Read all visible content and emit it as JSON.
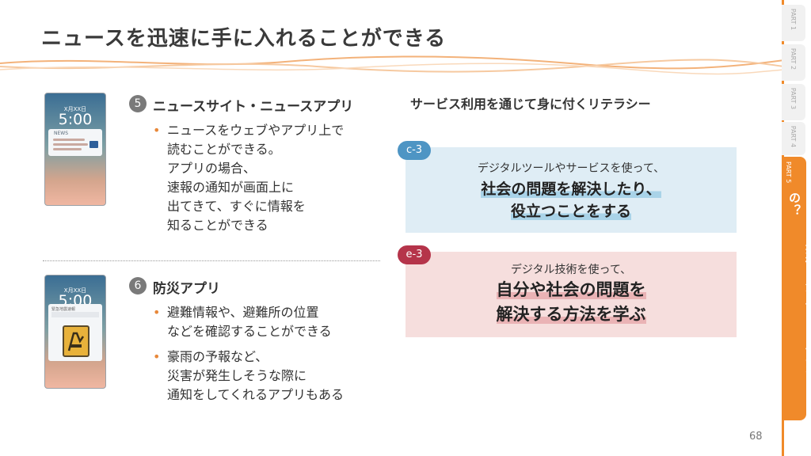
{
  "page": {
    "title": "ニュースを迅速に手に入れることができる",
    "page_number": "68"
  },
  "items": [
    {
      "number": "5",
      "title": "ニュースサイト・ニュースアプリ",
      "bullets": [
        "ニュースをウェブやアプリ上で\n読むことができる。\nアプリの場合、\n速報の通知が画面上に\n出てきて、すぐに情報を\n知ることができる"
      ]
    },
    {
      "number": "6",
      "title": "防災アプリ",
      "bullets": [
        "避難情報や、避難所の位置\nなどを確認することができる",
        "豪雨の予報など、\n災害が発生しそうな際に\n通知をしてくれるアプリもある"
      ]
    }
  ],
  "phones": {
    "date": "X月XX日",
    "time": "5:00",
    "news_label": "NEWS",
    "alert_label": "緊急地震速報"
  },
  "right": {
    "heading": "サービス利用を通じて身に付くリテラシー",
    "boxes": [
      {
        "tag": "c-3",
        "small": "デジタルツールやサービスを使って、",
        "big_line1": "社会の問題を解決したり、",
        "big_line2": "役立つことをする"
      },
      {
        "tag": "e-3",
        "small": "デジタル技術を使って、",
        "big_line1": "自分や社会の問題を",
        "big_line2": "解決する方法を学ぶ"
      }
    ]
  },
  "tabs": {
    "part1": "PART 1",
    "part2": "PART 2",
    "part3": "PART 3",
    "part4": "PART 4",
    "part5": "PART 5",
    "active_title": "デジタル技術を活用すると何ができるの？"
  },
  "colors": {
    "accent_orange": "#f08a2a",
    "c_tag": "#4e95c4",
    "e_tag": "#b5344a",
    "c_box": "#dfedf5",
    "e_box": "#f6dedd"
  }
}
